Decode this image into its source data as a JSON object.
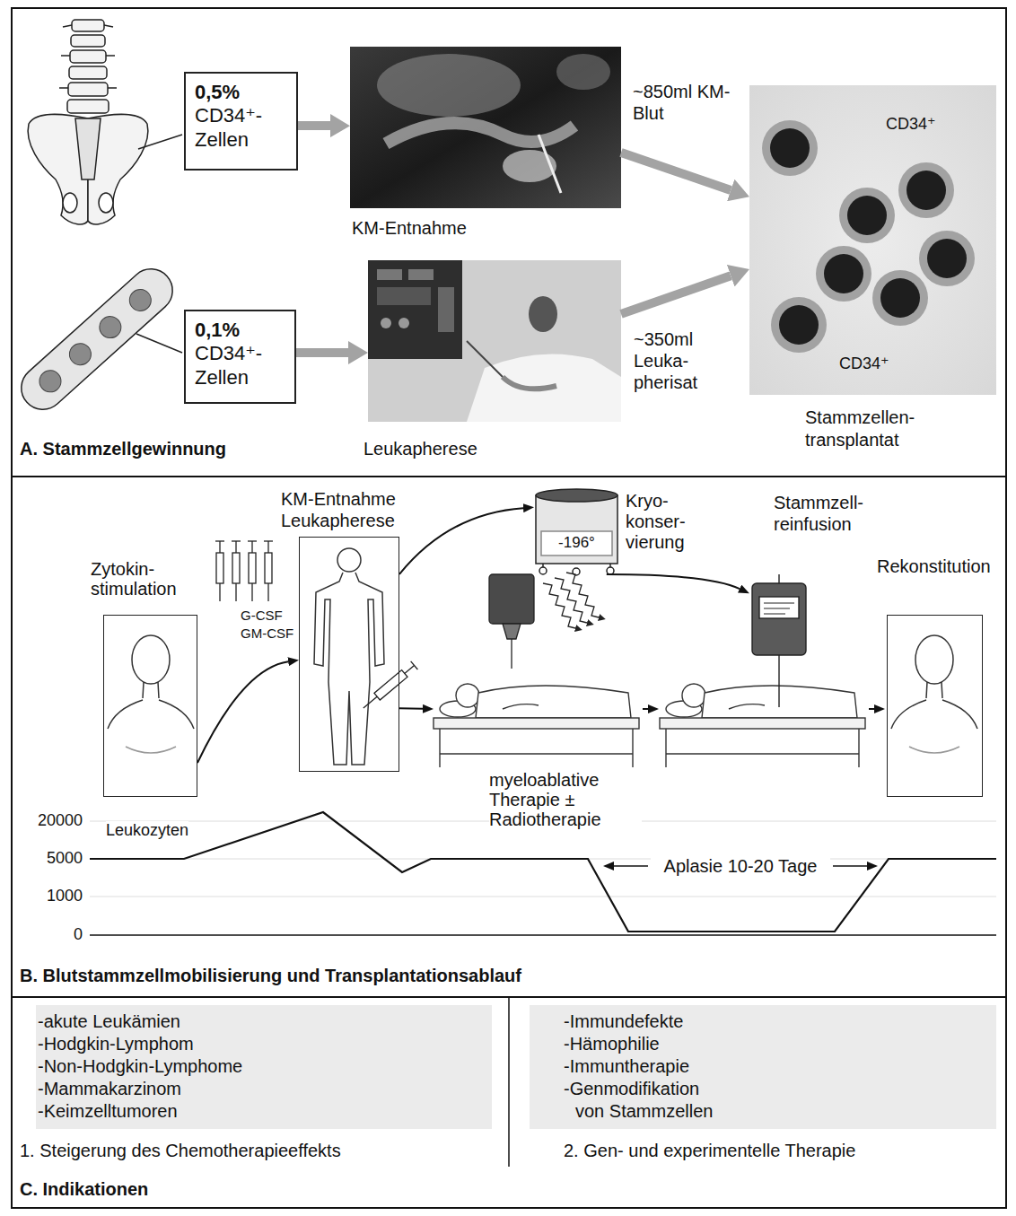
{
  "diagram": {
    "nodes": [
      {
        "text": [
          "A. Stammzellgewinnung"
        ]
      },
      {
        "text": [
          "0,5%",
          "CD34⁺- Zellen"
        ],
        "in": 0
      },
      {
        "text": [
          "KM-Entnahme"
        ],
        "in": 0
      },
      {
        "text": [
          "0,1%",
          "CD34⁺- Zellen"
        ],
        "in": 0
      },
      {
        "text": [
          "Leukapherese"
        ],
        "in": 0
      },
      {
        "text": [
          "CD34⁺",
          "CD34⁺",
          "Stammzellen- transplantat"
        ],
        "in": 0
      },
      {
        "text": [
          "B. Blutstammzellmobilisierung und Transplantationsablauf"
        ]
      },
      {
        "text": [
          "Zytokin- stimulation"
        ],
        "in": 6
      },
      {
        "text": [
          "KM-Entnahme Leukapherese"
        ],
        "in": 6
      },
      {
        "text": [
          "-196°",
          "Kryo- konser- vierung"
        ],
        "in": 6
      },
      {
        "text": [
          "Stammzell- reinfusion"
        ],
        "in": 6
      },
      {
        "text": [
          "Rekonstitution"
        ],
        "in": 6
      },
      {
        "text": [
          "myeloablative Therapie ± Radiotherapie"
        ],
        "in": 6
      },
      {
        "text": [
          "C. Indikationen"
        ]
      },
      {
        "text": [
          "-akute Leukämien",
          "-Hodgkin-Lymphom",
          "-Non-Hodgkin-Lymphome",
          "-Mammakarzinom",
          "-Keimzelltumoren",
          "1. Steigerung des Chemotherapieeffekts"
        ],
        "in": 13
      },
      {
        "text": [
          "-Immundefekte",
          "-Hämophilie",
          "-Immuntherapie",
          "-Genmodifikation von Stammzellen",
          "2. Gen- und experimentelle Therapie"
        ],
        "in": 13
      }
    ],
    "edges": [
      {
        "from": 1,
        "to": 2,
        "arrow": "to"
      },
      {
        "from": 3,
        "to": 4,
        "arrow": "to"
      },
      {
        "from": 2,
        "to": 5,
        "label": "~850ml KM-Blut",
        "arrow": "to"
      },
      {
        "from": 4,
        "to": 5,
        "label": "~350ml Leuka- pherisat",
        "arrow": "to"
      },
      {
        "from": 7,
        "to": 8,
        "arrow": "to"
      },
      {
        "from": 8,
        "to": 9,
        "arrow": "to"
      },
      {
        "from": 9,
        "to": 10,
        "arrow": "to"
      },
      {
        "from": 8,
        "to": 12,
        "arrow": "to"
      }
    ],
    "labels": [
      "G-CSF",
      "GM-CSF",
      "Leukozyten",
      "20000",
      "5000",
      "1000",
      "0",
      "Aplasie 10-20 Tage"
    ]
  }
}
